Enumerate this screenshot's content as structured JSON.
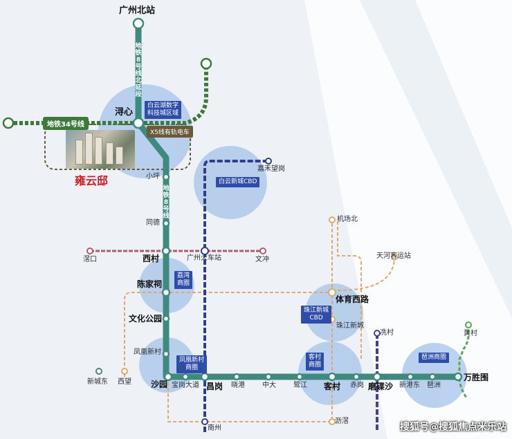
{
  "colors": {
    "line8": "#3f8a7e",
    "line34": "#3d7a3a",
    "line_blue": "#2e3f8f",
    "line_red": "#b05a6a",
    "line_orange": "#e0a86a",
    "line_green": "#5aa55a",
    "circle": "#a9c6ea"
  },
  "lines": {
    "line8_north": "地铁8号线北延段",
    "line34": "地铁34号线",
    "line8": "地铁8号线",
    "x5": "X5线有轨电车"
  },
  "stations": {
    "guangzhou_north": "广州北站",
    "xixin": "浔心",
    "xiaoping": "小坪",
    "tongde": "同德",
    "xicun": "西村",
    "chenjiaci": "陈家祠",
    "wenhua_park": "文化公园",
    "fenghuang_xincun": "凤凰新村",
    "shayuan": "沙园",
    "baogang_dadao": "宝岗大道",
    "changgang": "昌岗",
    "xiaogang": "晓港",
    "zhongda": "中大",
    "lujiang": "鹭江",
    "kecun": "客村",
    "chigang": "赤岗",
    "modiesha": "磨碟沙",
    "xingang_east": "新港东",
    "pazhou": "琶洲",
    "wanshengwei": "万胜围",
    "xinchengdong": "新城东",
    "xiwang": "西望",
    "yongkou": "滘口",
    "guangzhou_railway": "广州火车站",
    "wenchong": "文冲",
    "jiahe_wanggang": "嘉禾望岗",
    "airport_north": "机场北",
    "tianhe_coach": "天河客运站",
    "tiyu_xilu": "体育西路",
    "zhujiang_xincheng": "珠江新城",
    "xiancun": "冼村",
    "huangcun": "黄村",
    "nanzhou": "南州",
    "lijiao": "沥滘"
  },
  "areas": {
    "baiyun_lake": "白云湖数字\n科技城区域",
    "baiyun_cbd": "白云新城CBD",
    "liwan": "荔湾\n商圈",
    "fenghuang": "凤凰新村\n商圈",
    "zhujiang_cbd": "珠江新城\nCBD",
    "kecun_area": "客村\n商圈",
    "pazhou_area": "琶洲商圈"
  },
  "project": {
    "name": "雍云邸"
  },
  "watermark": "搜狐号@搜狐焦点米乐站"
}
